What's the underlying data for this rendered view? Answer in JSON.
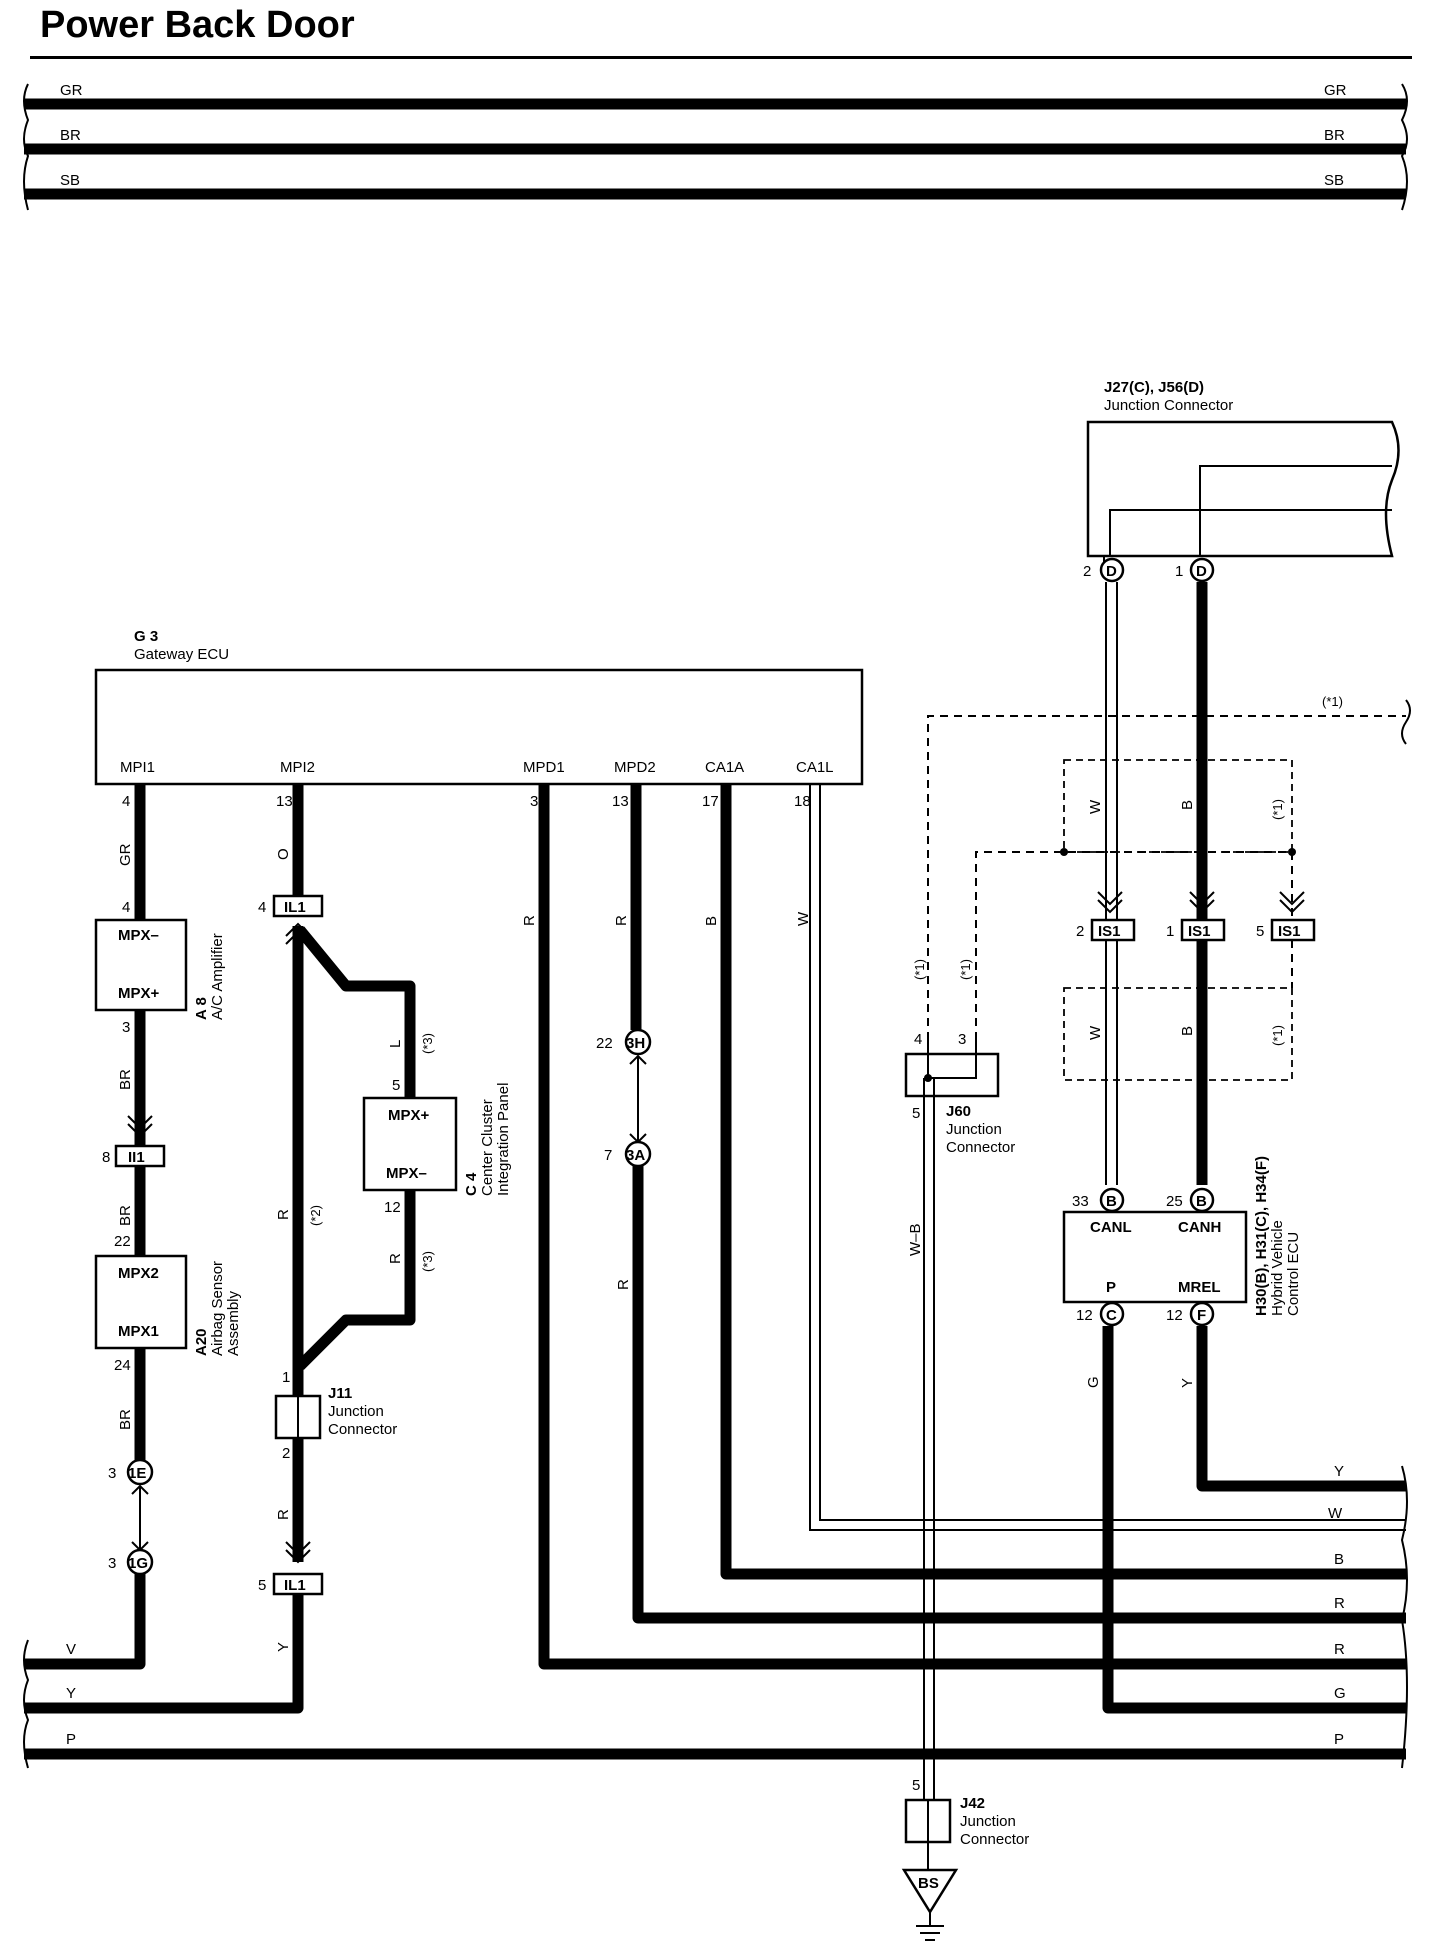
{
  "title": "Power Back Door",
  "top_wires": {
    "gr": "GR",
    "br": "BR",
    "sb": "SB"
  },
  "junction_top": {
    "id": "J27(C), J56(D)",
    "name": "Junction Connector",
    "pin2": "2",
    "pin1": "1",
    "term_d": "D"
  },
  "gateway": {
    "id": "G 3",
    "name": "Gateway ECU",
    "pins": [
      {
        "label": "MPI1",
        "num": "4"
      },
      {
        "label": "MPI2",
        "num": "13"
      },
      {
        "label": "MPD1",
        "num": "3"
      },
      {
        "label": "MPD2",
        "num": "13"
      },
      {
        "label": "CA1A",
        "num": "17"
      },
      {
        "label": "CA1L",
        "num": "18"
      }
    ]
  },
  "ac_amp": {
    "id": "A 8",
    "name": "A/C Amplifier",
    "mpx_minus": "MPX–",
    "mpx_plus": "MPX+",
    "pin_top": "4",
    "pin_bot": "3"
  },
  "connector_ii1": {
    "label": "II1",
    "pin": "8"
  },
  "airbag": {
    "id": "A20",
    "name1": "Airbag Sensor",
    "name2": "Assembly",
    "mpx2": "MPX2",
    "mpx1": "MPX1",
    "pin_top": "22",
    "pin_bot": "24"
  },
  "conn_1e": {
    "label": "1E",
    "pin": "3"
  },
  "conn_1g": {
    "label": "1G",
    "pin": "3"
  },
  "conn_il1_top": {
    "label": "IL1",
    "pin": "4"
  },
  "conn_il1_bot": {
    "label": "IL1",
    "pin": "5"
  },
  "center_cluster": {
    "id": "C 4",
    "name1": "Center Cluster",
    "name2": "Integration Panel",
    "mpx_plus": "MPX+",
    "mpx_minus": "MPX–",
    "pin_top": "5",
    "pin_bot": "12"
  },
  "j11": {
    "id": "J11",
    "name1": "Junction",
    "name2": "Connector",
    "pin_top": "1",
    "pin_bot": "2"
  },
  "conn_3h": {
    "label": "3H",
    "pin": "22"
  },
  "conn_3a": {
    "label": "3A",
    "pin": "7"
  },
  "j60": {
    "id": "J60",
    "name1": "Junction",
    "name2": "Connector",
    "pin4": "4",
    "pin3": "3",
    "pin5": "5"
  },
  "j42": {
    "id": "J42",
    "name1": "Junction",
    "name2": "Connector",
    "pin": "5"
  },
  "ground": {
    "label": "BS"
  },
  "is1": [
    {
      "label": "IS1",
      "pin": "2"
    },
    {
      "label": "IS1",
      "pin": "1"
    },
    {
      "label": "IS1",
      "pin": "5"
    }
  ],
  "hv_ecu": {
    "id": "H30(B), H31(C), H34(F)",
    "name1": "Hybrid Vehicle",
    "name2": "Control ECU",
    "canl": "CANL",
    "canh": "CANH",
    "p": "P",
    "mrel": "MREL",
    "pin33": "33",
    "pin25": "25",
    "pin12c": "12",
    "pin12f": "12",
    "term_b": "B",
    "term_c": "C",
    "term_f": "F"
  },
  "notes": {
    "n1": "(*1)",
    "n2": "(*2)",
    "n3": "(*3)"
  },
  "wire_colors": {
    "gr": "GR",
    "br": "BR",
    "o": "O",
    "r": "R",
    "l": "L",
    "b": "B",
    "w": "W",
    "y": "Y",
    "v": "V",
    "p": "P",
    "g": "G",
    "wb": "W–B"
  },
  "bottom_wires": [
    "Y",
    "W",
    "B",
    "R",
    "R",
    "G",
    "P"
  ],
  "left_wires": [
    "V",
    "Y",
    "P"
  ]
}
